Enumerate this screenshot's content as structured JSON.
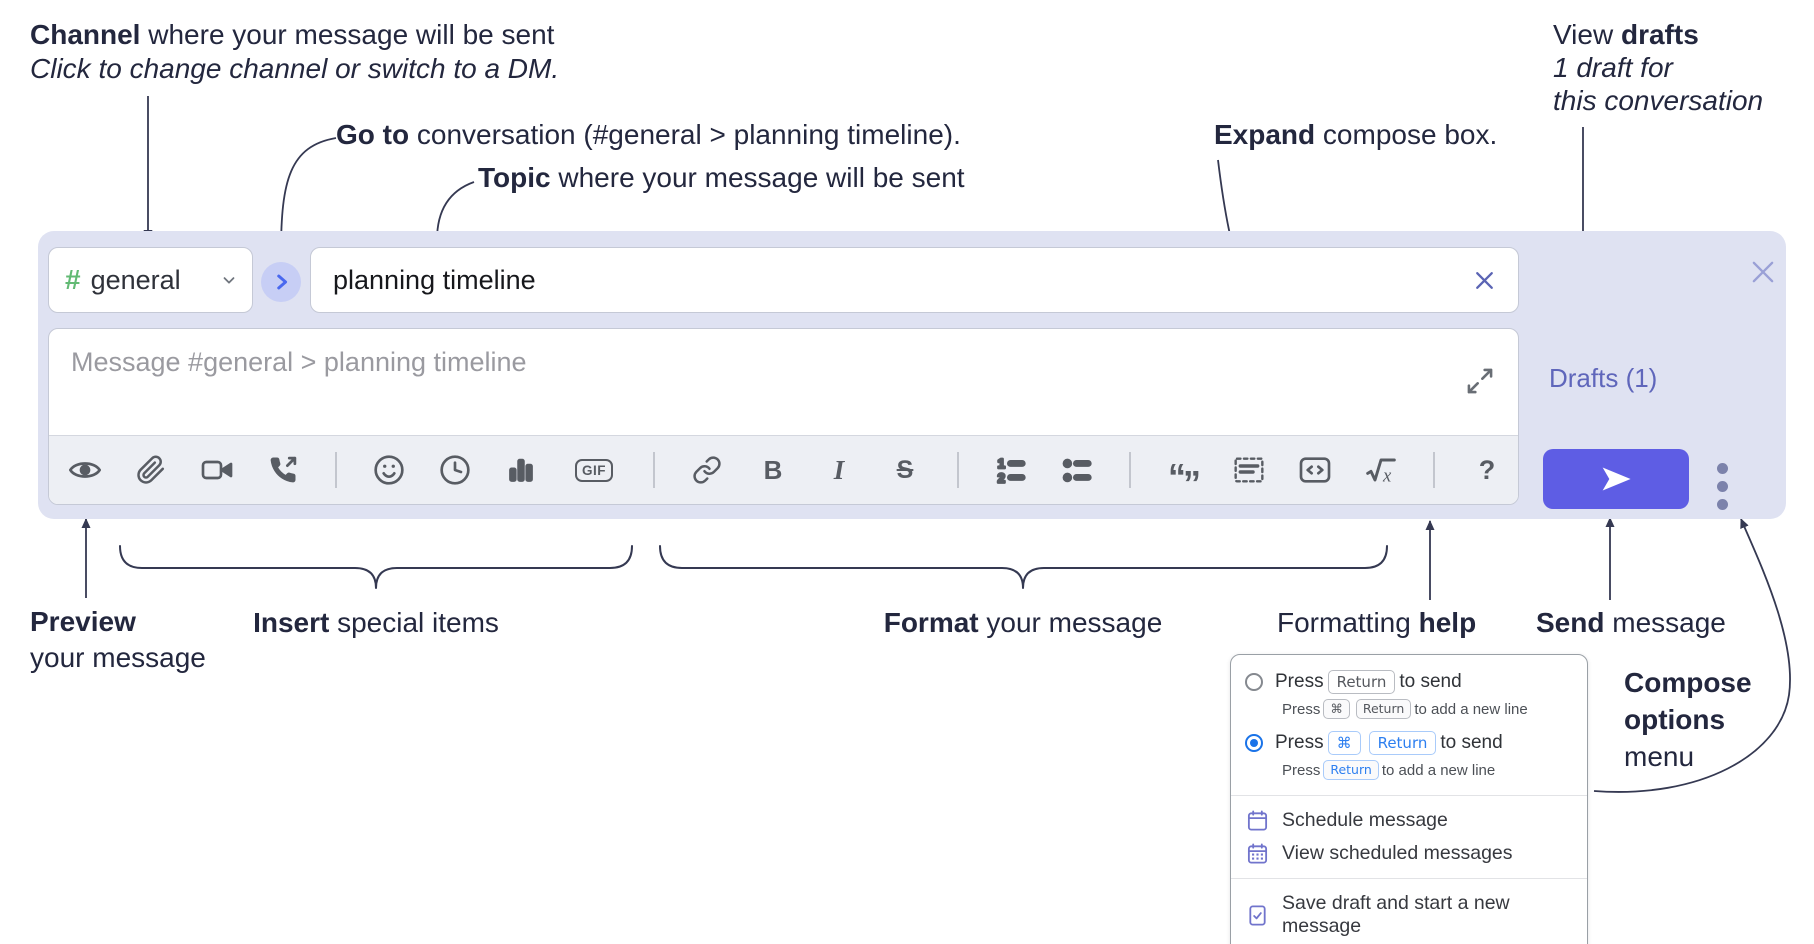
{
  "annotations": {
    "channel": {
      "bold": "Channel",
      "rest": " where your message will be sent",
      "secondary": "Click to change channel or switch to a DM."
    },
    "goto": {
      "bold": "Go to",
      "rest": " conversation (#general > planning timeline)."
    },
    "topic": {
      "bold": "Topic",
      "rest": " where your message will be sent"
    },
    "expand": {
      "bold": "Expand",
      "rest": " compose box."
    },
    "view_drafts": {
      "pre": "View ",
      "bold": "drafts",
      "line2": "1 draft for",
      "line3": "this conversation"
    },
    "preview": {
      "bold": "Preview",
      "line2": "your message"
    },
    "insert": {
      "bold": "Insert",
      "rest": " special items"
    },
    "format": {
      "bold": "Format",
      "rest": " your message"
    },
    "help": {
      "pre": "Formatting ",
      "bold": "help"
    },
    "send": {
      "bold": "Send",
      "rest": " message"
    },
    "compose_options": {
      "line1": "Compose",
      "line2": "options",
      "line3": "menu"
    }
  },
  "compose": {
    "channel_label": "general",
    "topic_value": "planning timeline",
    "message_placeholder": "Message #general > planning timeline",
    "drafts_link": "Drafts (1)",
    "toolbar_icons": [
      "preview",
      "attach-file",
      "video-call",
      "audio-call",
      "emoji",
      "global-time",
      "poll",
      "gif",
      "link",
      "bold",
      "italic",
      "strikethrough",
      "numbered-list",
      "bulleted-list",
      "quote",
      "spoiler",
      "code",
      "math",
      "help"
    ]
  },
  "glyphs": {
    "hash": "#",
    "gif": "GIF",
    "bold": "B",
    "italic": "I",
    "strike": "S",
    "quote_open": "“",
    "quote_close": "”",
    "help": "?",
    "math_x": "x",
    "ol_1": "1",
    "ol_2": "2"
  },
  "options_menu": {
    "options": [
      {
        "selected": false,
        "main_pre": "Press",
        "main_key": "Return",
        "main_post": "to send",
        "sub_pre": "Press",
        "sub_key1": "⌘",
        "sub_key2": "Return",
        "sub_post": "to add a new line"
      },
      {
        "selected": true,
        "main_pre": "Press",
        "main_key1": "⌘",
        "main_key2": "Return",
        "main_post": "to send",
        "sub_pre": "Press",
        "sub_key": "Return",
        "sub_post": "to add a new line"
      }
    ],
    "items": [
      {
        "label": "Schedule message"
      },
      {
        "label": "View scheduled messages"
      },
      {
        "label": "Save draft and start a new message"
      }
    ]
  },
  "colors": {
    "compose_bg": "#dfe2f2",
    "send_button": "#5e5de4",
    "drafts_link": "#5f66bb",
    "channel_hash": "#62ba74",
    "selected_key_blue": "#2d7ff0",
    "menu_icon_purple": "#7174cc",
    "annotation_ink": "#23273e"
  }
}
